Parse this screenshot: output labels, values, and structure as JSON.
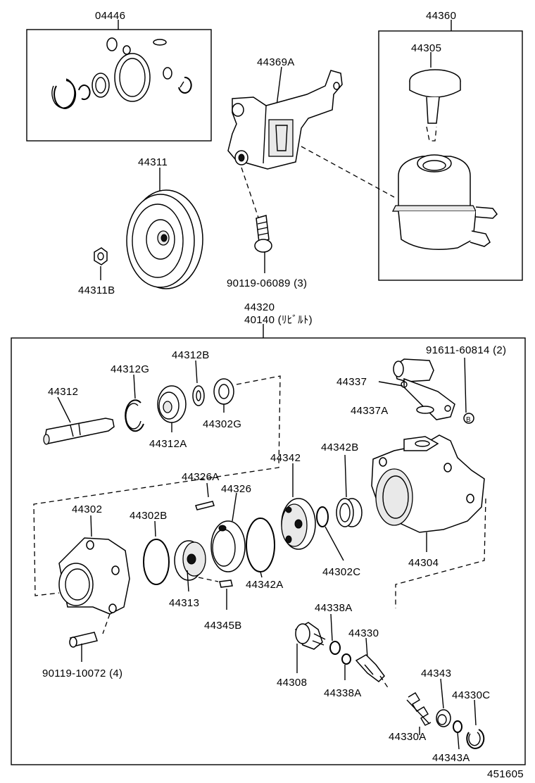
{
  "labels": {
    "l04446": "04446",
    "l44360": "44360",
    "l44305": "44305",
    "l44369A": "44369A",
    "l44311": "44311",
    "l44311B": "44311B",
    "l90119_06089": "90119-06089 (3)",
    "l44320": "44320",
    "l40140": "40140 (ﾘﾋﾞﾙﾄ)",
    "l44312B": "44312B",
    "l91611": "91611-60814 (2)",
    "l44312G": "44312G",
    "l44312": "44312",
    "l44337": "44337",
    "l44302G": "44302G",
    "l44337A": "44337A",
    "l44312A": "44312A",
    "l44326A": "44326A",
    "l44342": "44342",
    "l44342B": "44342B",
    "l44326": "44326",
    "l44302": "44302",
    "l44302B": "44302B",
    "l44342A": "44342A",
    "l44302C": "44302C",
    "l44304": "44304",
    "l44313": "44313",
    "l44345B": "44345B",
    "l44338A_top": "44338A",
    "l44330": "44330",
    "l90119_10072": "90119-10072 (4)",
    "l44308": "44308",
    "l44338A_bottom": "44338A",
    "l44343": "44343",
    "l44330C": "44330C",
    "l44330A": "44330A",
    "l44343A": "44343A",
    "l451605": "451605",
    "bolt_marker": "B"
  }
}
